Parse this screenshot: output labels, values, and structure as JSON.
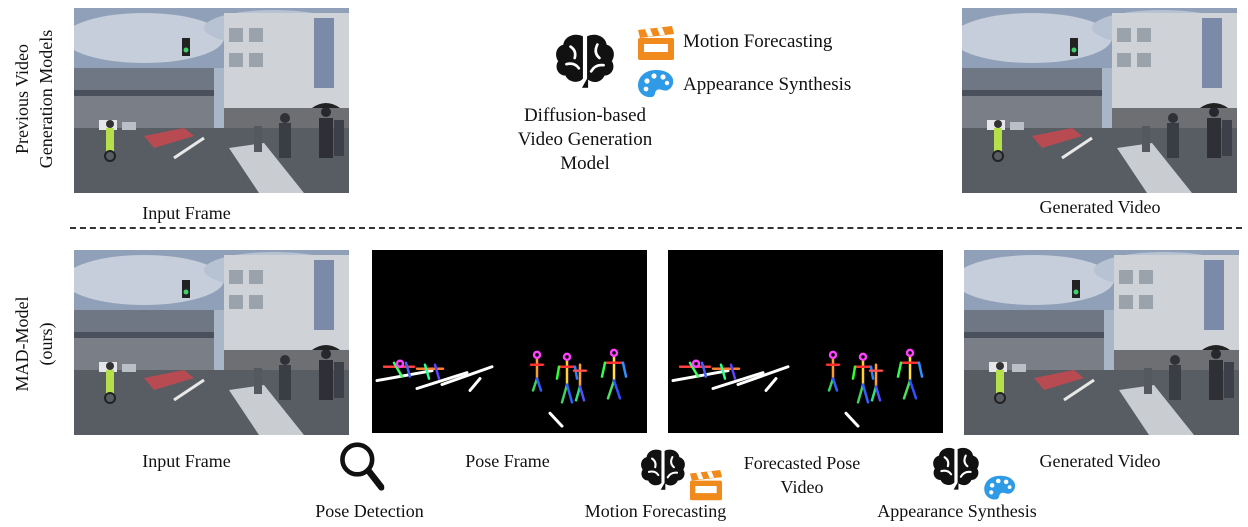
{
  "rows": {
    "previous_label": "Previous Video Generation Models",
    "previous_label_line1": "Previous Video",
    "previous_label_line2": "Generation Models",
    "ours_label_line1": "MAD-Model",
    "ours_label_line2": "(ours)"
  },
  "top": {
    "input_caption": "Input Frame",
    "output_caption": "Generated Video",
    "model_line1": "Diffusion-based",
    "model_line2": "Video Generation",
    "model_line3": "Model",
    "legend_motion": "Motion Forecasting",
    "legend_appearance": "Appearance Synthesis"
  },
  "bottom": {
    "input_caption": "Input Frame",
    "pose_caption": "Pose Frame",
    "forecast_caption_line1": "Forecasted Pose",
    "forecast_caption_line2": "Video",
    "output_caption": "Generated Video",
    "step1": "Pose Detection",
    "step2": "Motion Forecasting",
    "step3": "Appearance Synthesis"
  },
  "icons": {
    "brain": "brain-icon",
    "clapper": "clapperboard-icon",
    "palette": "palette-icon",
    "search": "magnifier-icon"
  },
  "colors": {
    "clapper": "#f08a1c",
    "palette": "#2f9be6",
    "pose_bg": "#000000"
  }
}
